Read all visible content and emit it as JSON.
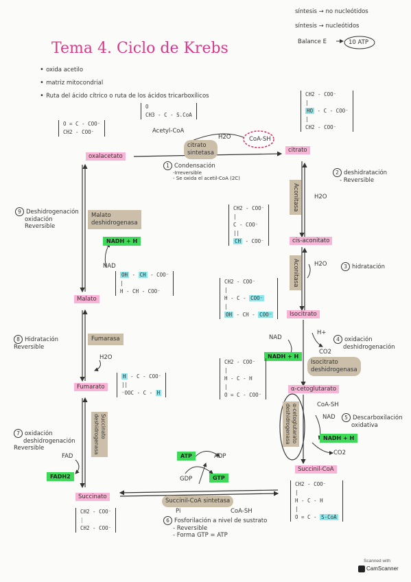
{
  "header_notes": {
    "line1": "síntesis → no nucleótidos",
    "line2": "síntesis → nucleótidos",
    "line3_label": "Balance E",
    "line3_value": "10 ATP"
  },
  "title": "Tema 4. Ciclo de Krebs",
  "bullets": [
    "oxida acetilo",
    "matriz mitocondrial",
    "Ruta del ácido cítrico o ruta de los ácidos tricarboxílicos"
  ],
  "metabolites": {
    "oxalacetato": "oxalacetato",
    "citrato": "citrato",
    "cis_aconitato": "cis-aconitato",
    "isocitrato": "Isocitrato",
    "alfa_cetoglutarato": "α-cetoglutarato",
    "succinil_coa": "Succinil-CoA",
    "succinato": "Succinato",
    "fumarato": "Fumarato",
    "malato": "Malato"
  },
  "enzymes": {
    "citrato_sintetasa": [
      "citrato",
      "sintetasa"
    ],
    "aconitasa_1": "Aconitasa",
    "aconitasa_2": "Aconitasa",
    "isocitrato_deshidrogenasa": [
      "Isocitrato",
      "deshidrogenasa"
    ],
    "alfa_cetoglutarato_dh": [
      "α-cetoglutarato",
      "deshidrogenasa"
    ],
    "succinil_coa_sintetasa": "Succinil-CoA sintetasa",
    "succinato_dh": [
      "Succinato",
      "deshidrogenasa"
    ],
    "fumarasa": "Fumarasa",
    "malato_dh": [
      "Malato",
      "deshidrogenasa"
    ]
  },
  "steps": {
    "s1": {
      "num": "1",
      "title": "Condensación",
      "notes": [
        "-Irreversible",
        "- Se oxida el acetil-CoA (2C)"
      ]
    },
    "s2": {
      "num": "2",
      "title": "deshidratación",
      "notes": [
        "- Reversible"
      ]
    },
    "s3": {
      "num": "3",
      "title": "hidratación",
      "notes": []
    },
    "s4": {
      "num": "4",
      "title": "oxidación",
      "notes": [
        "deshidrogenación"
      ]
    },
    "s5": {
      "num": "5",
      "title": "Descarboxilación",
      "notes": [
        "oxidativa"
      ]
    },
    "s6": {
      "num": "6",
      "title": "Fosforilación a nivel de sustrato",
      "notes": [
        "- Reversible",
        "- Forma GTP = ATP"
      ]
    },
    "s7": {
      "num": "7",
      "title": "oxidación",
      "notes": [
        "deshidrogenación",
        "Reversible"
      ]
    },
    "s8": {
      "num": "8",
      "title": "Hidratación",
      "notes": [
        "Reversible"
      ]
    },
    "s9": {
      "num": "9",
      "title": "Deshidrogenación",
      "notes": [
        "oxidación",
        "Reversible"
      ]
    }
  },
  "cofactors": {
    "acetyl_coa": "Acetyl-CoA",
    "coa_sh": "CoA-SH",
    "h2o": "H2O",
    "nadh_h": "NADH + H",
    "nad": "NAD",
    "co2": "CO2",
    "h_plus": "H+",
    "fad": "FAD",
    "fadh2": "FADH2",
    "atp": "ATP",
    "adp": "ADP",
    "gdp": "GDP",
    "gtp": "GTP",
    "pi": "Pi"
  },
  "molecules": {
    "oxalacetato": [
      "O = C - COO⁻",
      "    |",
      "   CH2 - COO⁻"
    ],
    "acetyl": [
      "        O",
      "CH3 - C - S.CoA"
    ],
    "citrato": [
      "     CH2 - COO⁻",
      "     |",
      "HO - C - COO⁻",
      "     |",
      "     CH2 - COO⁻"
    ],
    "cis_aconitato": [
      "CH2 - COO⁻",
      " |",
      " C - COO⁻",
      " ||",
      " CH - COO⁻"
    ],
    "isocitrato": [
      "   CH2 - COO⁻",
      "   |",
      "H - C - COO⁻",
      "   |",
      "OH - CH - COO⁻"
    ],
    "alfa_ceto": [
      "CH2 - COO⁻",
      " |",
      "H - C - H",
      " |",
      "O = C - COO⁻"
    ],
    "succinil": [
      "   CH2 - COO⁻",
      "   |",
      "H - C - H",
      "   |",
      "O = C - S-CoA"
    ],
    "succinato": [
      "CH2 - COO⁻",
      " |",
      "CH2 - COO⁻"
    ],
    "fumarato": [
      "H - C - COO⁻",
      "    ||",
      "⁻OOC - C - H"
    ],
    "malato": [
      "OH - CH - COO⁻",
      "   |",
      "H - CH - COO⁻"
    ]
  },
  "footer": {
    "scanned_with": "Scanned with",
    "app": "CamScanner"
  }
}
